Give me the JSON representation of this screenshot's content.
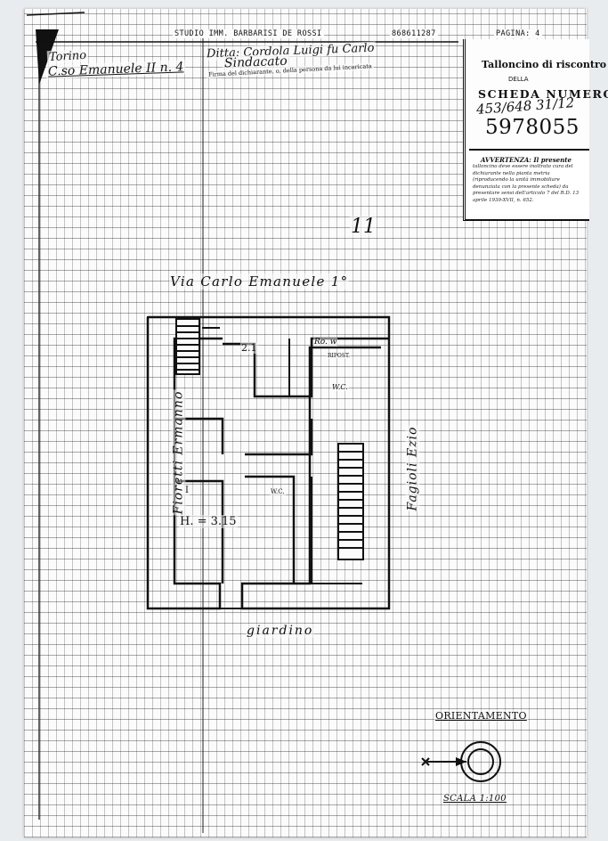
{
  "header": {
    "studio": "STUDIO IMM. BARBARISI DE ROSSI",
    "phone": "868611287",
    "page": "PAGINA: 4"
  },
  "handwriting": {
    "line1": "Torino",
    "line2": "C.so Emanuele II n. 4",
    "line3": "Ditta: Cordola Luigi fu Carlo",
    "line4": "Sindacato",
    "signature_caption": "Firma del dichiarante, o, della persona da lui incaricata"
  },
  "stub": {
    "title": "Talloncino di riscontro",
    "della": "DELLA",
    "scheda_label": "SCHEDA NUMERO",
    "handwritten": "453/648  31/12",
    "number": "5978055",
    "warning_title": "AVVERTENZA: Il presente",
    "warning_text": "talloncino deve essere inoltrato cura del dichiarante nella pianta metria (riproducendo la unità immobiliare denunziata con la presente scheda) da presentare sensi dell'articolo 7 del R.D. 13 aprile 1939-XVII, n. 652."
  },
  "plan": {
    "street_top": "Via Carlo Emanuele 1°",
    "street_left": "Fioretti Ermanno",
    "street_right": "Fagioli Ezio",
    "garden": "giardino",
    "sheet_mark": "11",
    "room_height": "H. = 3.15",
    "room_marker": "I",
    "room_number": "2.1",
    "room_ro": "Ro. w",
    "room_small": "RIPOST.",
    "room_wc": "W.C.",
    "room_wc2": "W.C."
  },
  "orientation_label": "ORIENTAMENTO",
  "scale": {
    "prefix": "SCALA 1:",
    "value": "100"
  }
}
